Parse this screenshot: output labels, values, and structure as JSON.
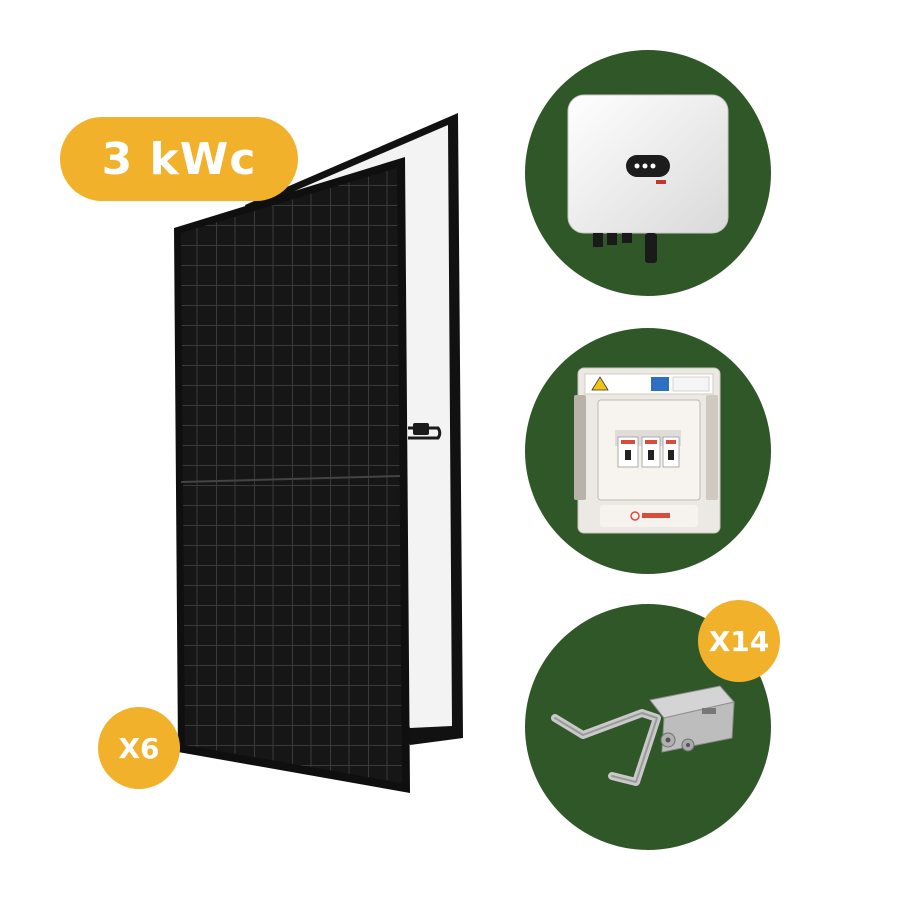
{
  "kit": {
    "power_label": "3 kWc",
    "panel_quantity": "X6",
    "mount_quantity": "X14"
  },
  "colors": {
    "accent": "#f2b12b",
    "circle_green": "#2f5728",
    "panel_black": "#141414",
    "panel_back": "#f3f3f3"
  },
  "icons": {
    "panel": "solar-panel-icon",
    "inverter": "inverter-icon",
    "protection_box": "protection-box-icon",
    "mounting_hooks": "roof-hook-icon"
  }
}
